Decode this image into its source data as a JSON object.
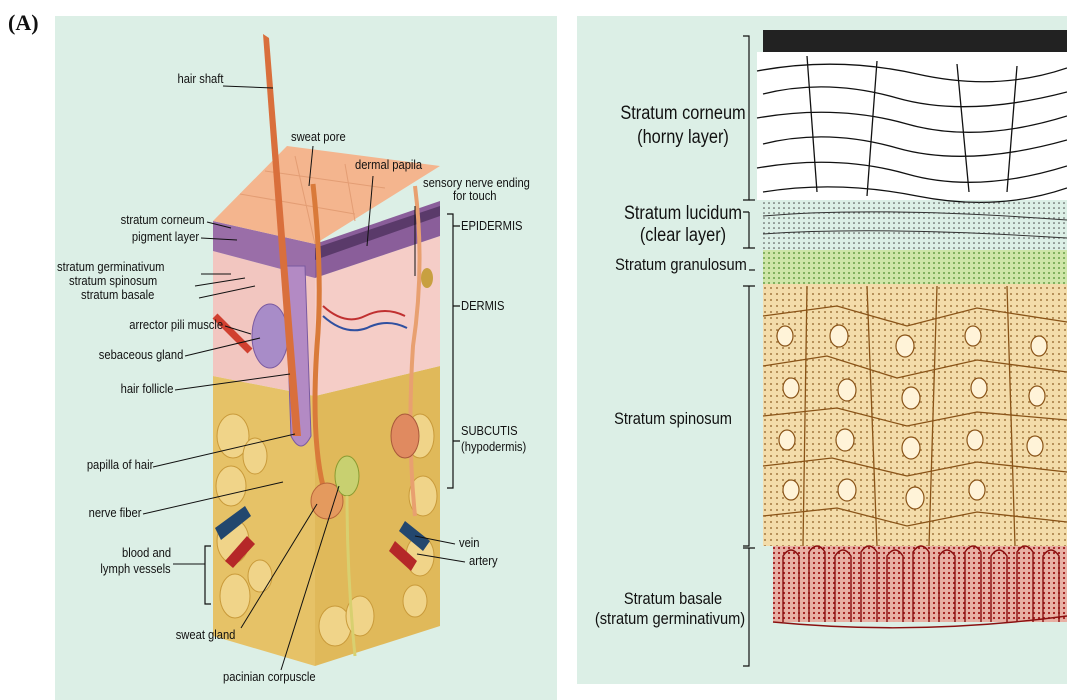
{
  "figure": {
    "panel_label": "(A)"
  },
  "diagram_a": {
    "labels": {
      "hair_shaft": "hair shaft",
      "sweat_pore": "sweat pore",
      "dermal_papila": "dermal papila",
      "sensory_nerve": "sensory nerve ending",
      "for_touch": "for touch",
      "stratum_corneum": "stratum corneum",
      "pigment_layer": "pigment layer",
      "stratum_germinativum": "stratum germinativum",
      "stratum_spinosum": "stratum spinosum",
      "stratum_basale": "stratum basale",
      "arrector_pili": "arrector pili muscle",
      "sebaceous_gland": "sebaceous gland",
      "hair_follicle": "hair follicle",
      "papilla_of_hair": "papilla of hair",
      "nerve_fiber": "nerve fiber",
      "blood_lymph_1": "blood and",
      "blood_lymph_2": "lymph vessels",
      "sweat_gland": "sweat gland",
      "pacinian": "pacinian corpuscle",
      "epidermis": "EPIDERMIS",
      "dermis": "DERMIS",
      "subcutis": "SUBCUTIS",
      "hypodermis": "(hypodermis)",
      "vein": "vein",
      "artery": "artery"
    }
  },
  "diagram_b": {
    "labels": {
      "corneum": "Stratum corneum",
      "corneum_sub": "(horny layer)",
      "lucidum": "Stratum lucidum",
      "lucidum_sub": "(clear layer)",
      "granulosum": "Stratum granulosum",
      "spinosum": "Stratum spinosum",
      "basale": "Stratum basale",
      "basale_sub": "(stratum germinativum)"
    }
  }
}
